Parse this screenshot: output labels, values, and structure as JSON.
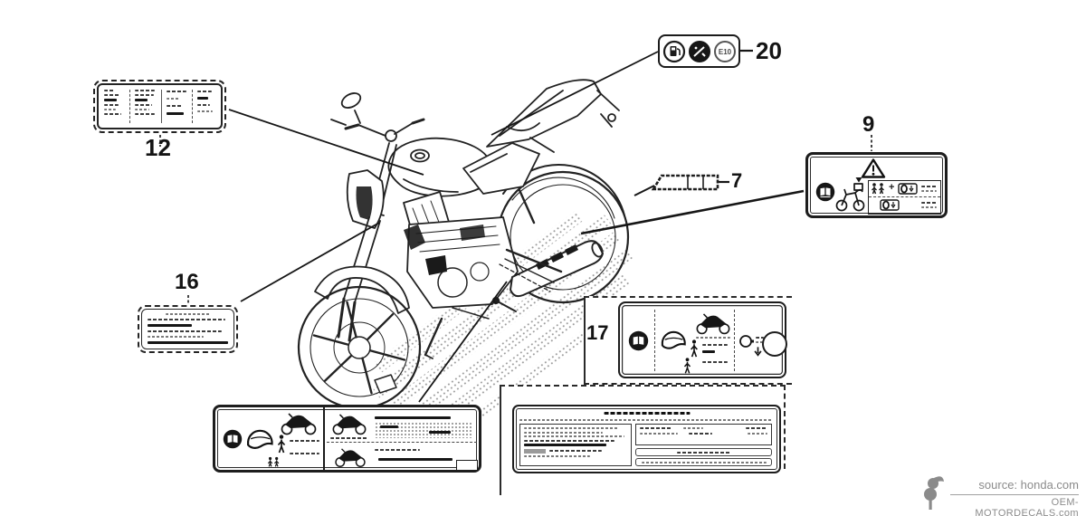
{
  "callouts": {
    "label_12": "12",
    "label_16": "16",
    "label_17": "17",
    "label_20": "20",
    "label_9": "9",
    "label_7": "7"
  },
  "decals": {
    "fuel": {
      "e10_text": "E10"
    },
    "loading": {
      "plus_sign": "+"
    }
  },
  "watermark": {
    "source_text": "source: honda.com",
    "site_text": "OEM-MOTORDECALS.com"
  },
  "colors": {
    "ink": "#1c1c1c",
    "muted_gray": "#8b8b8b",
    "background": "#ffffff"
  }
}
